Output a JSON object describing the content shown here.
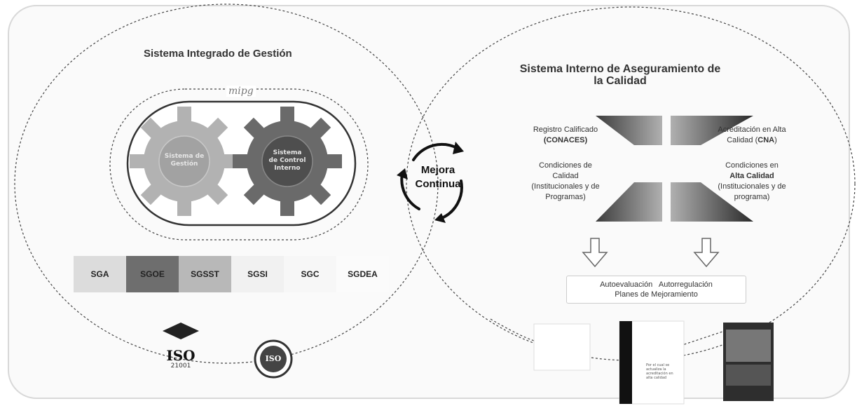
{
  "left": {
    "title": "Sistema Integrado de Gestión",
    "mipg_label": "mipg",
    "gear_left": [
      "Sistema de",
      "Gestión"
    ],
    "gear_right": [
      "Sistema",
      "de Control",
      "Interno"
    ],
    "systems": [
      {
        "label": "SGA",
        "color": "#dcdcdc"
      },
      {
        "label": "SGOE",
        "color": "#6e6e6e"
      },
      {
        "label": "SGSST",
        "color": "#b8b8b8"
      },
      {
        "label": "SGSI",
        "color": "#f1f1f1"
      },
      {
        "label": "SGC",
        "color": "#f7f7f7"
      },
      {
        "label": "SGDEA",
        "color": "#fbfbfb"
      }
    ],
    "iso_logo_1": {
      "brand": "ISO",
      "code": "21001"
    },
    "iso_logo_2": {
      "brand": "ISO"
    }
  },
  "center": {
    "line1": "Mejora",
    "line2": "Continua"
  },
  "right": {
    "title_line1": "Sistema Interno de Aseguramiento de",
    "title_line2": "la Calidad",
    "registro": {
      "line1": "Registro Calificado",
      "bold": "(CONACES)"
    },
    "acreditacion": {
      "line1": "Acreditación en Alta",
      "pre": "Calidad (",
      "bold": "CNA",
      "post": ")"
    },
    "condiciones_calidad": {
      "line1": "Condiciones de",
      "line2": "Calidad",
      "line3": "(Institucionales y de",
      "line4": "Programas)"
    },
    "condiciones_alta": {
      "line1": "Condiciones en",
      "bold": "Alta Calidad",
      "line3": "(Institucionales y de",
      "line4": "programa)"
    },
    "bottom_box": {
      "line1": "Autoevaluación   Autorregulación",
      "line2": "Planes de Mejoramiento"
    },
    "doc2_text": "Por el cual se actualiza la acreditación en alta calidad"
  },
  "colors": {
    "dark": "#2a2a2a",
    "mid": "#8a8a8a",
    "light": "#cfcfcf"
  }
}
